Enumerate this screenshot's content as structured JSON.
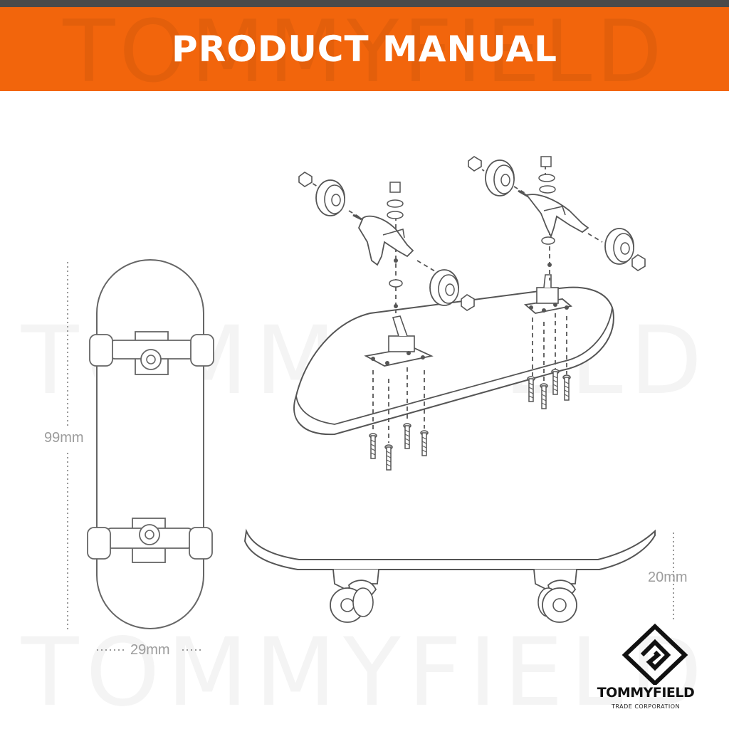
{
  "header": {
    "title": "PRODUCT MANUAL",
    "watermark": "TOMMYFIELD"
  },
  "watermark": {
    "text": "TOMMYFIELD"
  },
  "dimensions": {
    "length_label": "99mm",
    "width_label": "29mm",
    "height_label": "20mm"
  },
  "brand": {
    "name": "TOMMYFIELD",
    "subtitle": "TRADE CORPORATION"
  },
  "icons": {
    "logo": "tommyfield-logo-icon"
  },
  "colors": {
    "header_bg": "#f2650c",
    "top_strip": "#4a4a4a",
    "line": "#555555",
    "dimension_text": "#9c9c9c"
  }
}
